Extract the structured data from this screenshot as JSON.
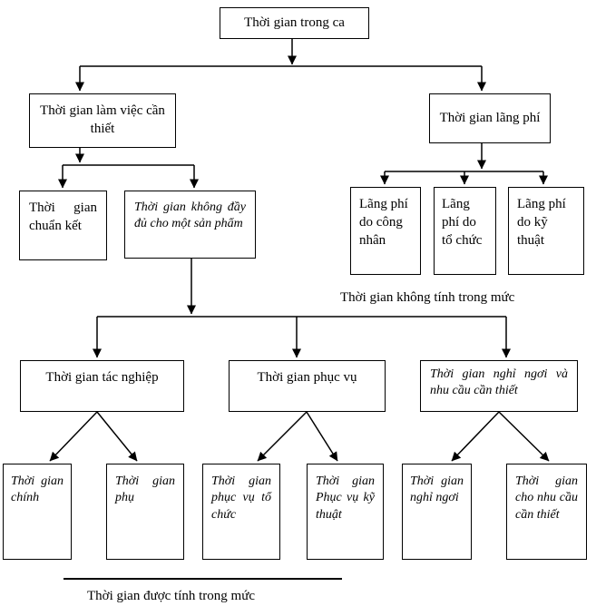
{
  "nodes": {
    "root": "Thời gian trong ca",
    "working_time": "Thời gian làm việc cần thiết",
    "wasted_time": "Thời gian lãng phí",
    "setup_time": "Thời gian chuẩn kết",
    "incomplete_product_time": "Thời gian không đầy đủ cho một sản phẩm",
    "waste_worker": "Lãng phí do công nhân",
    "waste_organization": "Lãng phí do tổ chức",
    "waste_technical": "Lãng phí do kỹ thuật",
    "operational_time": "Thời gian tác nghiệp",
    "service_time": "Thời gian phục vụ",
    "rest_needs_time": "Thời gian nghỉ ngơi và nhu cầu cần thiết",
    "main_time": "Thời gian chính",
    "auxiliary_time": "Thời gian phụ",
    "org_service_time": "Thời gian phục vụ tổ chức",
    "tech_service_time": "Thời gian Phục vụ kỹ thuật",
    "rest_time": "Thời gian nghỉ ngơi",
    "personal_needs_time": "Thời gian cho nhu cầu cần thiết"
  },
  "annotations": {
    "not_counted": "Thời gian không tính trong mức",
    "counted": "Thời gian được tính trong mức"
  },
  "colors": {
    "line": "#000000",
    "box_border": "#000000",
    "background": "#ffffff",
    "text": "#000000"
  }
}
